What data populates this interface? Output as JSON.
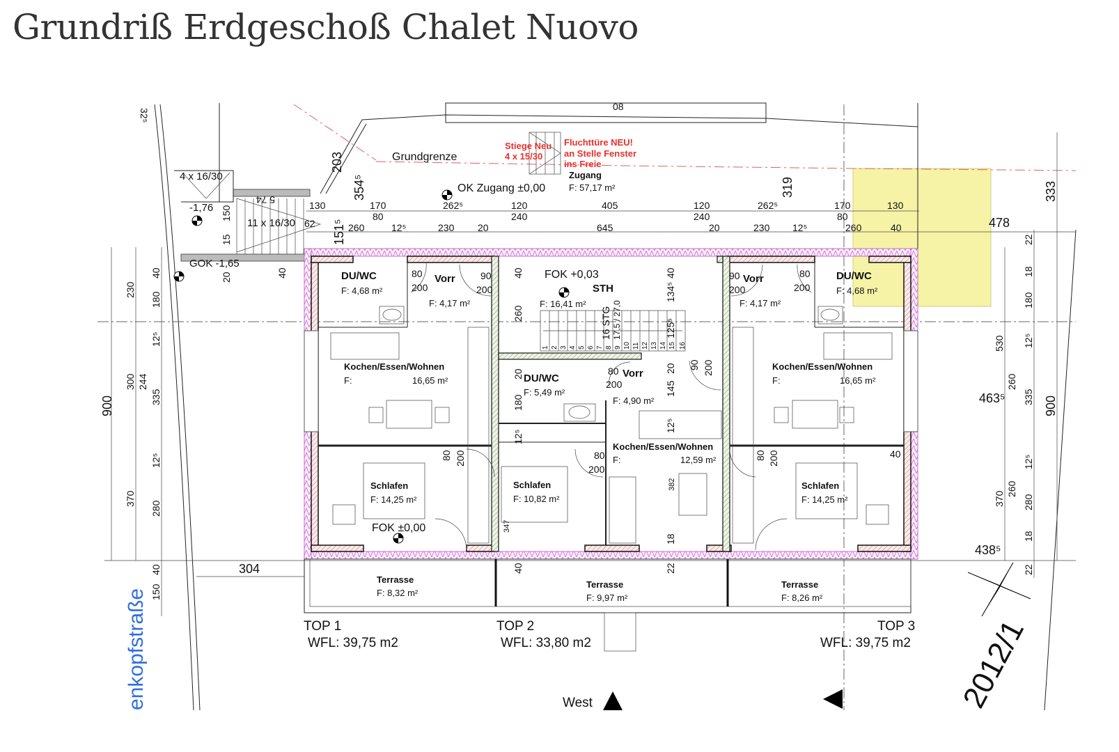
{
  "title": "Grundriß Erdgeschoß Chalet Nuovo",
  "colors": {
    "accent_red": "#e8312c",
    "street_blue": "#2f6fe0",
    "highlight_yellow": "#f7f3a6",
    "insulation_pink": "#d36fd8"
  },
  "site": {
    "grundgrenze": "Grundgrenze",
    "stiege_neu_1": "Stiege Neu",
    "stiege_neu_2": "4 x 15/30",
    "fluchttuer_1": "Fluchttüre NEU!",
    "fluchttuer_2": "an Stelle Fenster",
    "fluchttuer_3": "ins Freie",
    "zugang": "Zugang",
    "zugang_area": "F: 57,17 m²",
    "ok_zugang": "OK Zugang ±0,00",
    "stair_upper": "4 x 16/30",
    "level_lower": "-1,76",
    "stair_lower": "11 x 16/30",
    "gok": "GOK -1,65",
    "top_mark": "08",
    "dim_325": "32⁵",
    "west": "West",
    "parcel": "2012/1",
    "street": "enkopfstraße"
  },
  "dims_top": [
    "130",
    "170",
    "262⁵",
    "120",
    "405",
    "120",
    "262⁵",
    "170",
    "130"
  ],
  "dims_top2": [
    "80",
    "240",
    "240",
    "80"
  ],
  "dims_top3": [
    "260",
    "12⁵",
    "230",
    "20",
    "645",
    "20",
    "230",
    "12⁵",
    "260",
    "40"
  ],
  "dims_misc": {
    "d478": "478",
    "d203": "203",
    "d3545": "354⁵",
    "d319": "319",
    "d1515": "151⁵",
    "d304": "304",
    "d4635": "463⁵",
    "d4385": "438⁵",
    "d150a": "150",
    "d15": "15",
    "d20a": "20",
    "d40a": "40",
    "d62": "62",
    "d574": "5 74"
  },
  "dims_left": [
    "900",
    "230",
    "300",
    "370",
    "40",
    "180",
    "12⁵",
    "244",
    "335",
    "12⁵",
    "280",
    "40",
    "150"
  ],
  "dims_right": [
    "333",
    "22",
    "18",
    "180",
    "12⁵",
    "530",
    "260",
    "335",
    "900",
    "12⁵",
    "370",
    "260",
    "280",
    "18",
    "22"
  ],
  "units": {
    "top1": {
      "label": "TOP 1",
      "wfl": "WFL: 39,75 m2",
      "duwc": "DU/WC",
      "duwc_area": "F: 4,68 m²",
      "vorr": "Vorr",
      "vorr_area": "F: 4,17 m²",
      "kew": "Kochen/Essen/Wohnen",
      "kew_f": "F:",
      "kew_area": "16,65 m²",
      "schlafen": "Schlafen",
      "schlafen_area": "F: 14,25 m²",
      "fok": "FOK ±0,00",
      "terrasse": "Terrasse",
      "terrasse_area": "F: 8,32 m²",
      "doors": [
        "80",
        "200",
        "90",
        "200",
        "80",
        "200"
      ]
    },
    "top2": {
      "label": "TOP 2",
      "wfl": "WFL: 33,80 m2",
      "fok": "FOK +0,03",
      "sth": "STH",
      "sth_area": "F: 16,41 m²",
      "stair": "16 STG",
      "stair2": "17,5 / 27,0",
      "steps": [
        "1",
        "2",
        "3",
        "4",
        "5",
        "6",
        "7",
        "8",
        "9",
        "10",
        "11",
        "12",
        "13",
        "14",
        "15",
        "16"
      ],
      "duwc": "DU/WC",
      "duwc_area": "F: 5,49 m²",
      "vorr": "Vorr",
      "vorr_area": "F: 4,90 m²",
      "kew": "Kochen/Essen/Wohnen",
      "kew_f": "F:",
      "kew_area": "12,59 m²",
      "schlafen": "Schlafen",
      "schlafen_area": "F: 10,82 m²",
      "terrasse": "Terrasse",
      "terrasse_area": "F: 9,97 m²",
      "dims": [
        "40",
        "260",
        "40",
        "134⁵",
        "125⁵",
        "20",
        "180",
        "12⁵",
        "20",
        "145",
        "12⁵",
        "80",
        "200",
        "80",
        "200",
        "90",
        "200",
        "347",
        "382",
        "18",
        "40",
        "22"
      ]
    },
    "top3": {
      "label": "TOP 3",
      "wfl": "WFL: 39,75 m2",
      "duwc": "DU/WC",
      "duwc_area": "F: 4,68 m²",
      "vorr": "Vorr",
      "vorr_area": "F: 4,17 m²",
      "kew": "Kochen/Essen/Wohnen",
      "kew_f": "F:",
      "kew_area": "16,65 m²",
      "schlafen": "Schlafen",
      "schlafen_area": "F: 14,25 m²",
      "terrasse": "Terrasse",
      "terrasse_area": "F: 8,26 m²",
      "doors": [
        "90",
        "200",
        "80",
        "200",
        "80",
        "200",
        "40"
      ]
    }
  }
}
